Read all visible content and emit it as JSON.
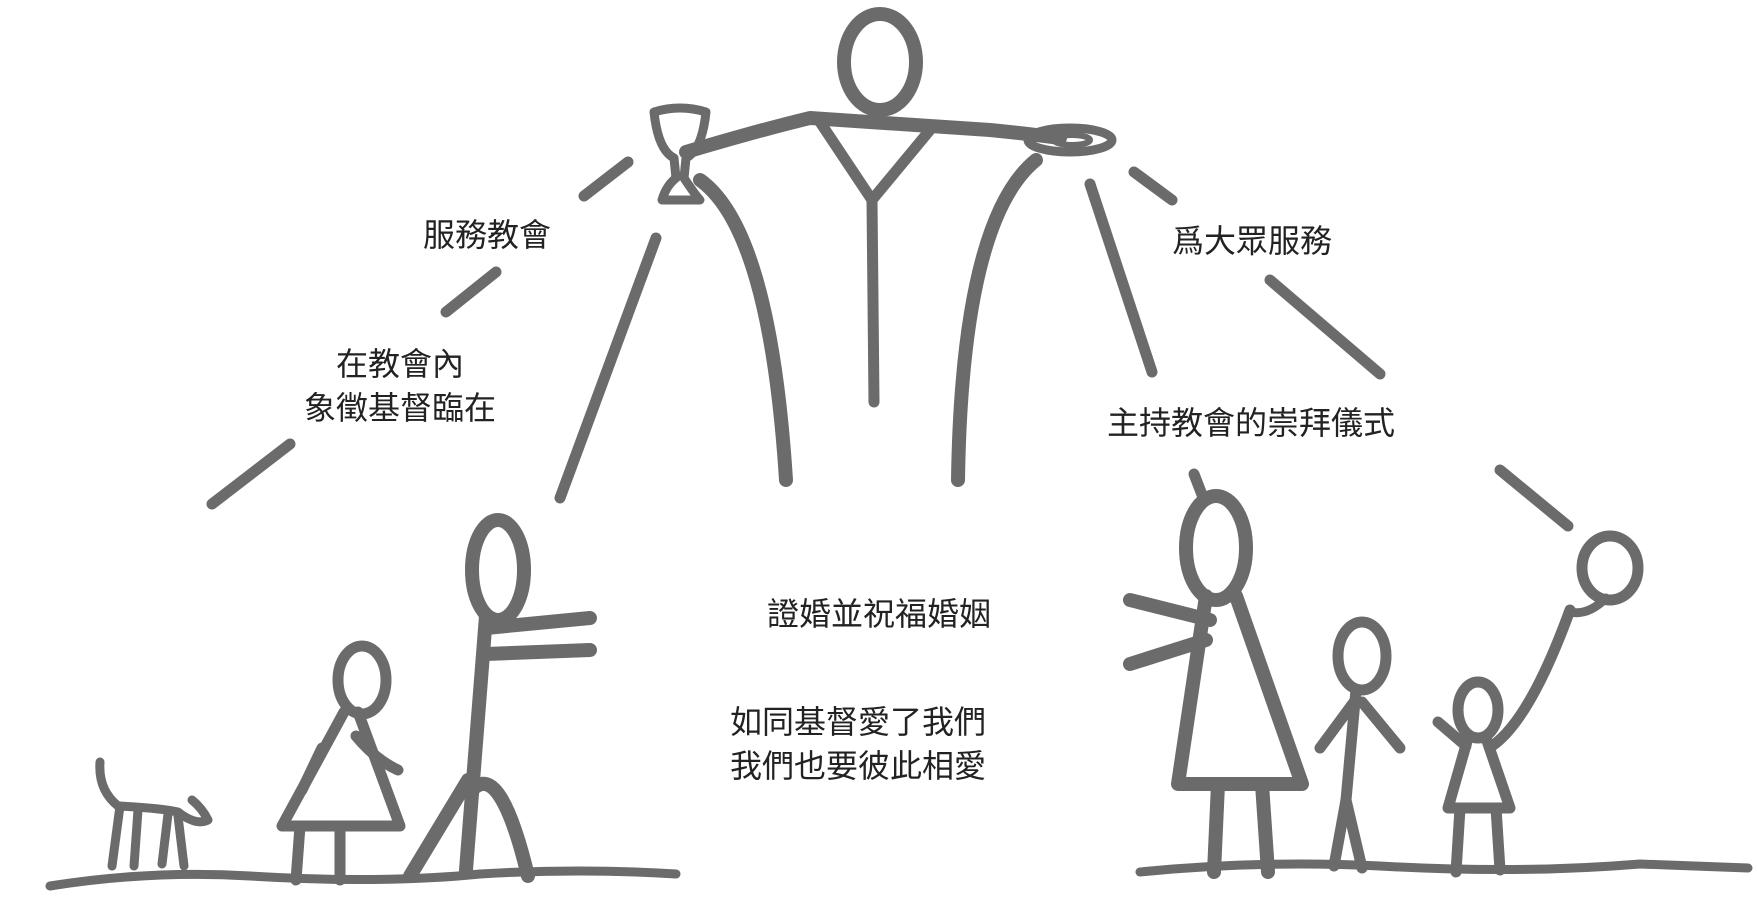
{
  "labels": {
    "serve_church": "服務教會",
    "in_church_line1": "在教會內",
    "in_church_line2": "象徵基督臨在",
    "serve_people": "爲大眾服務",
    "preside_worship": "主持教會的崇拜儀式",
    "marriage": "證婚並祝福婚姻",
    "love_line1": "如同基督愛了我們",
    "love_line2": "我們也要彼此相愛"
  },
  "colors": {
    "ink": "#6b6b6b",
    "text": "#222222",
    "background": "#ffffff"
  },
  "figures": [
    "priest-figure",
    "chalice-icon",
    "paten-icon",
    "dog-figure",
    "child-figure-left",
    "adult-figure-left",
    "adult-figure-right",
    "child-figure-right",
    "small-child-figure",
    "balloon-icon"
  ]
}
